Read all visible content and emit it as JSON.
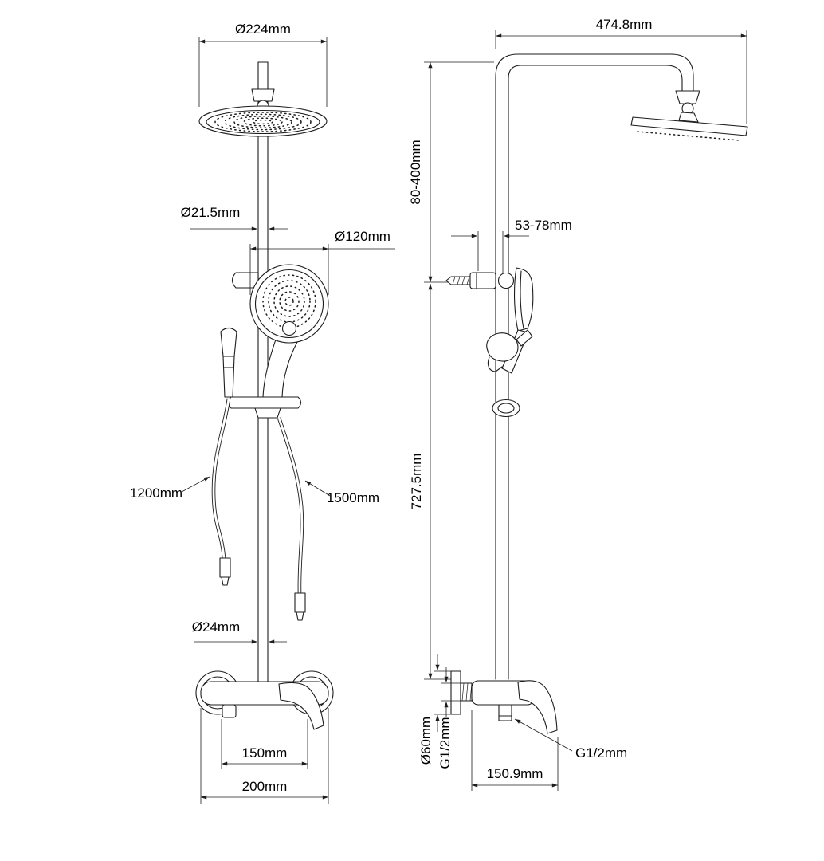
{
  "drawing": {
    "background": "#ffffff",
    "line_color": "#1c1c1c",
    "views": [
      "front view",
      "side view"
    ]
  },
  "front_view": {
    "labels": {
      "head_diameter": "Ø224mm",
      "riser_diameter": "Ø21.5mm",
      "handshower_diameter": "Ø120mm",
      "left_hose_length": "1200mm",
      "right_hose_length": "1500mm",
      "lower_pipe_diameter": "Ø24mm",
      "inlet_spacing": "150mm",
      "mixer_width": "200mm"
    }
  },
  "side_view": {
    "labels": {
      "arm_reach": "474.8mm",
      "height_range": "80-400mm",
      "bracket_range": "53-78mm",
      "column_height": "727.5mm",
      "escutcheon_diameter": "Ø60mm",
      "inlet_thread": "G1/2mm",
      "mixer_depth": "150.9mm",
      "outlet_thread": "G1/2mm"
    }
  }
}
